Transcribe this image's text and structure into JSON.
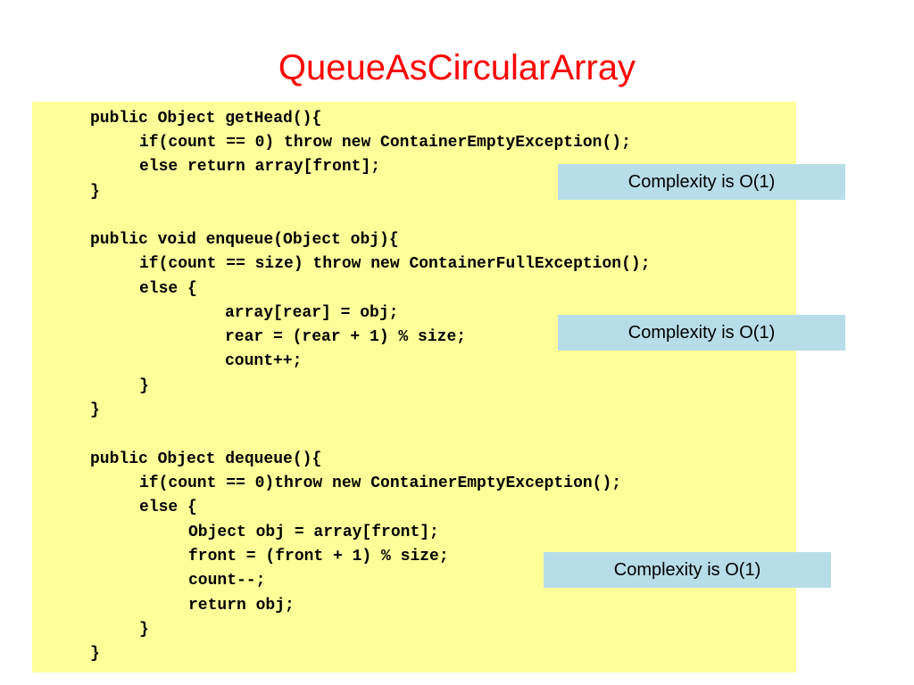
{
  "title": "QueueAsCircularArray",
  "code_lines": [
    "public Object getHead(){",
    "if(count == 0) throw new ContainerEmptyException();",
    "else return array[front];",
    "}",
    "public void enqueue(Object obj){",
    "if(count == size) throw new ContainerFullException();",
    "else {",
    "array[rear] = obj;",
    "rear = (rear + 1) % size;",
    "count++;",
    "}",
    "}",
    "public Object dequeue(){",
    "if(count == 0)throw new ContainerEmptyException();",
    "else {",
    "Object obj = array[front];",
    "front = (front + 1) % size;",
    "count--;",
    "return obj;",
    "}",
    "}"
  ],
  "notes": [
    "Complexity is O(1)",
    "Complexity is O(1)",
    "Complexity is O(1)"
  ],
  "colors": {
    "title": "#ff0000",
    "code_background": "#ffff99",
    "note_background": "#b7dde8"
  }
}
